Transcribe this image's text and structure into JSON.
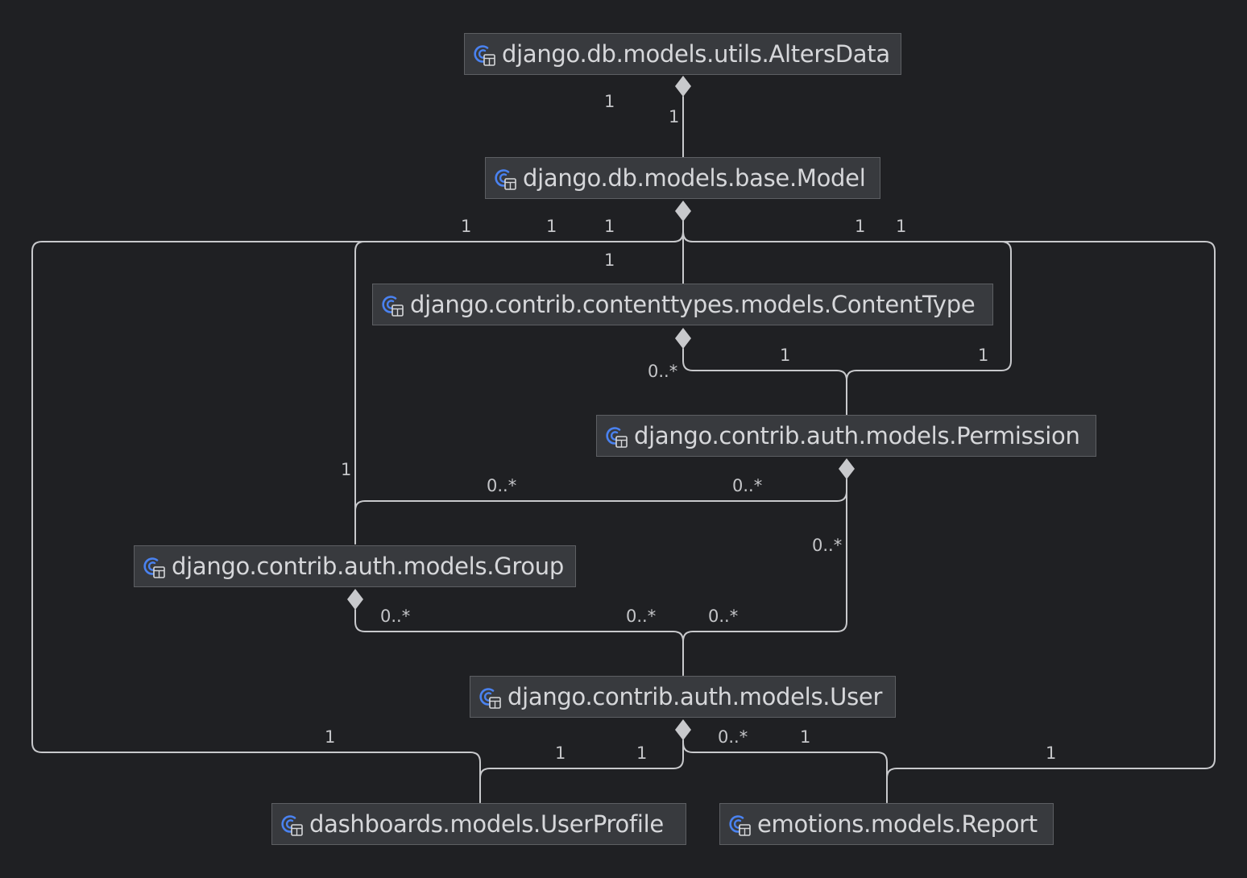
{
  "colors": {
    "background": "#1f2023",
    "node_fill": "#383a3e",
    "node_border": "#5d5f63",
    "edge": "#c8c9cc",
    "icon_accent": "#4a82f0"
  },
  "classes": {
    "alters_data": {
      "name": "django.db.models.utils.AltersData",
      "icon": "class-icon"
    },
    "model": {
      "name": "django.db.models.base.Model",
      "icon": "class-icon"
    },
    "content_type": {
      "name": "django.contrib.contenttypes.models.ContentType",
      "icon": "class-icon"
    },
    "permission": {
      "name": "django.contrib.auth.models.Permission",
      "icon": "class-icon"
    },
    "group": {
      "name": "django.contrib.auth.models.Group",
      "icon": "class-icon"
    },
    "user": {
      "name": "django.contrib.auth.models.User",
      "icon": "class-icon"
    },
    "user_profile": {
      "name": "dashboards.models.UserProfile",
      "icon": "class-icon"
    },
    "report": {
      "name": "emotions.models.Report",
      "icon": "class-icon"
    }
  },
  "multiplicities": {
    "m01": "1",
    "m02": "1",
    "m03": "1",
    "m04": "1",
    "m05": "1",
    "m06": "1",
    "m07": "1",
    "m08": "1",
    "m09": "0..*",
    "m10": "1",
    "m11": "1",
    "m12": "1",
    "m13": "0..*",
    "m14": "0..*",
    "m15": "0..*",
    "m16": "0..*",
    "m17": "0..*",
    "m18": "0..*",
    "m19": "1",
    "m20": "1",
    "m21": "1",
    "m22": "0..*",
    "m23": "1",
    "m24": "1"
  }
}
